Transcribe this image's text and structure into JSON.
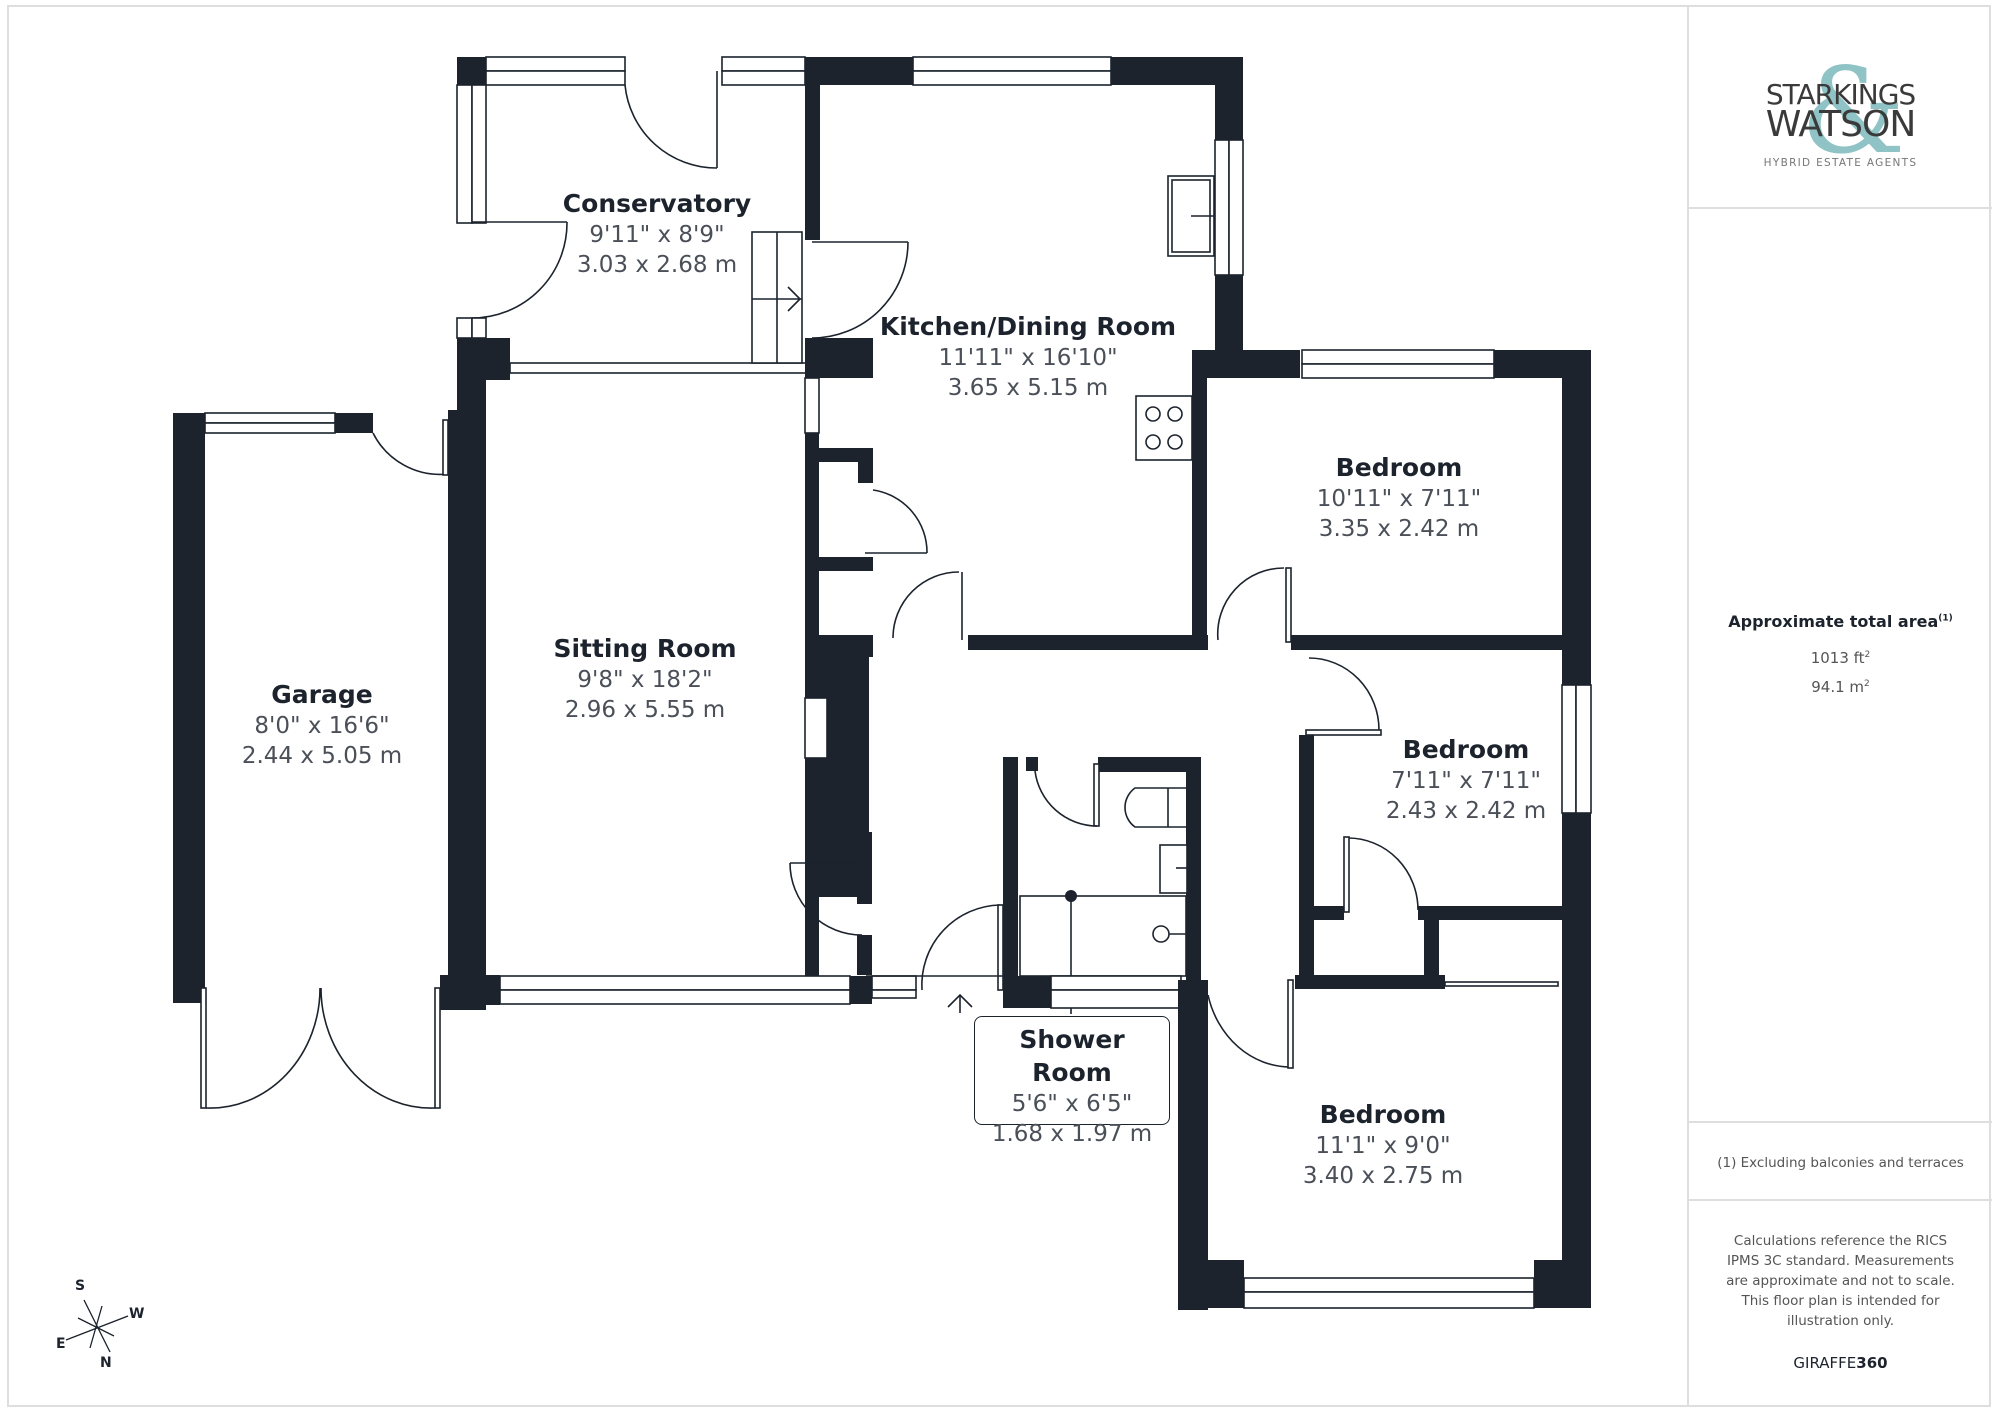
{
  "rooms": {
    "conservatory": {
      "name": "Conservatory",
      "imperial": "9'11\" x 8'9\"",
      "metric": "3.03 x 2.68 m"
    },
    "kitchen": {
      "name": "Kitchen/Dining Room",
      "imperial": "11'11\" x 16'10\"",
      "metric": "3.65 x 5.15 m"
    },
    "bedroom1": {
      "name": "Bedroom",
      "imperial": "10'11\" x 7'11\"",
      "metric": "3.35 x 2.42 m"
    },
    "garage": {
      "name": "Garage",
      "imperial": "8'0\" x 16'6\"",
      "metric": "2.44 x 5.05 m"
    },
    "sitting": {
      "name": "Sitting Room",
      "imperial": "9'8\" x 18'2\"",
      "metric": "2.96 x 5.55 m"
    },
    "bedroom2": {
      "name": "Bedroom",
      "imperial": "7'11\" x 7'11\"",
      "metric": "2.43 x 2.42 m"
    },
    "shower": {
      "name": "Shower Room",
      "imperial": "5'6\" x 6'5\"",
      "metric": "1.68 x 1.97 m"
    },
    "bedroom3": {
      "name": "Bedroom",
      "imperial": "11'1\" x 9'0\"",
      "metric": "3.40 x 2.75 m"
    }
  },
  "compass": {
    "n": "N",
    "s": "S",
    "e": "E",
    "w": "W"
  },
  "panel": {
    "logo": {
      "line1": "STARKINGS",
      "line2": "WATSON",
      "amp": "&",
      "tagline": "HYBRID ESTATE AGENTS"
    },
    "area": {
      "title": "Approximate total area",
      "title_sup": "(1)",
      "sqft": "1013 ft",
      "sqft_sup": "2",
      "sqm": "94.1 m",
      "sqm_sup": "2"
    },
    "footnote": "(1) Excluding balconies and terraces",
    "disclaimer": "Calculations reference the RICS IPMS 3C standard. Measurements are approximate and not to scale. This floor plan is intended for illustration only.",
    "brand_light": "GIRAFFE",
    "brand_bold": "360"
  },
  "colors": {
    "wall": "#1c232d",
    "text_dim": "#4a4f58",
    "logo_teal": "#8fc3c6",
    "border": "#dedede"
  }
}
